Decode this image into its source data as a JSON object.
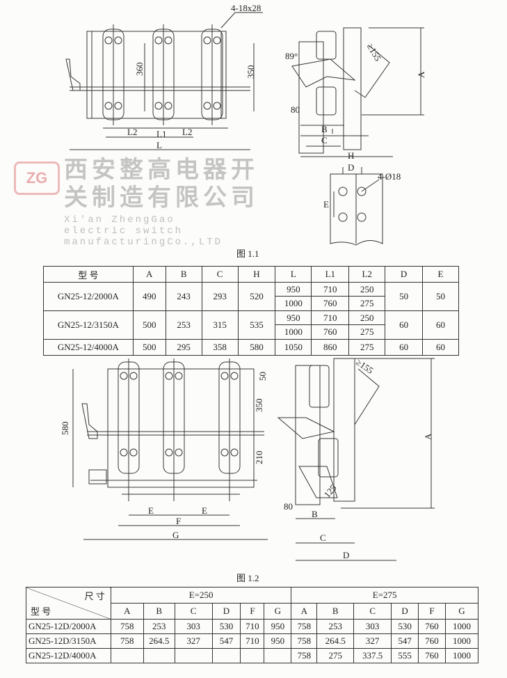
{
  "fig1": {
    "caption": "图 1.1",
    "front_labels": {
      "slot": "4-18x28",
      "h360": "360",
      "h350": "350",
      "l2a": "L2",
      "l2b": "L2",
      "l1": "L1",
      "l": "L"
    },
    "side_labels": {
      "angle": "89°",
      "r155": "≥155",
      "a": "A",
      "w80": "80",
      "b": "B",
      "c": "C",
      "h": "H"
    },
    "plate_labels": {
      "d": "D",
      "holes": "4-Ø18",
      "e": "E"
    }
  },
  "table1": {
    "headers": [
      "型 号",
      "A",
      "B",
      "C",
      "H",
      "L",
      "L1",
      "L2",
      "D",
      "E"
    ],
    "rows": [
      {
        "model": "GN25-12/2000A",
        "A": "490",
        "B": "243",
        "C": "293",
        "H": "520",
        "L": [
          "950",
          "1000"
        ],
        "L1": [
          "710",
          "760"
        ],
        "L2": [
          "250",
          "275"
        ],
        "D": "50",
        "E": "50"
      },
      {
        "model": "GN25-12/3150A",
        "A": "500",
        "B": "253",
        "C": "315",
        "H": "535",
        "L": [
          "950",
          "1000"
        ],
        "L1": [
          "710",
          "760"
        ],
        "L2": [
          "250",
          "275"
        ],
        "D": "60",
        "E": "60"
      },
      {
        "model": "GN25-12/4000A",
        "A": "500",
        "B": "295",
        "C": "358",
        "H": "580",
        "L": [
          "1050"
        ],
        "L1": [
          "860"
        ],
        "L2": [
          "275"
        ],
        "D": "60",
        "E": "60"
      }
    ]
  },
  "watermark": {
    "cn": "西安整高电器开关制造有限公司",
    "en": "Xi'an ZhengGao electric switch manufacturingCo.,LTD",
    "logo": "ZG"
  },
  "fig2": {
    "caption": "图 1.2",
    "front_labels": {
      "h50": "50",
      "h350": "350",
      "h580": "580",
      "h210": "210",
      "e1": "E",
      "e2": "E",
      "f": "F",
      "g": "G"
    },
    "side_labels": {
      "r155": "≥155",
      "a": "A",
      "w80": "80",
      "r125": "125",
      "b": "B",
      "c": "C",
      "d": "D"
    }
  },
  "table2": {
    "corner_top": "尺 寸",
    "corner_bottom": "型 号",
    "groups": [
      "E=250",
      "E=275"
    ],
    "cols": [
      "A",
      "B",
      "C",
      "D",
      "F",
      "G"
    ],
    "rows": [
      {
        "model": "GN25-12D/2000A",
        "e250": [
          "758",
          "253",
          "303",
          "530",
          "710",
          "950"
        ],
        "e275": [
          "758",
          "253",
          "303",
          "530",
          "760",
          "1000"
        ]
      },
      {
        "model": "GN25-12D/3150A",
        "e250": [
          "758",
          "264.5",
          "327",
          "547",
          "710",
          "950"
        ],
        "e275": [
          "758",
          "264.5",
          "327",
          "547",
          "760",
          "1000"
        ]
      },
      {
        "model": "GN25-12D/4000A",
        "e250": [
          "",
          "",
          "",
          "",
          "",
          ""
        ],
        "e275": [
          "758",
          "275",
          "337.5",
          "555",
          "760",
          "1000"
        ]
      }
    ]
  }
}
